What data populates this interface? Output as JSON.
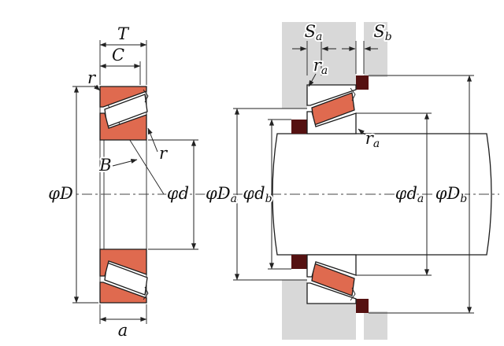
{
  "colors": {
    "bearing_fill": "#df6a4f",
    "interference_fill": "#551111",
    "housing_fill": "#d8d8d8",
    "line": "#1c1c1c"
  },
  "labels": {
    "t": "T",
    "c": "C",
    "r_top": "r",
    "b": "B",
    "r_inner": "r",
    "a": "a",
    "phi_D": {
      "sym": "φ",
      "letter": "D"
    },
    "phi_d": {
      "sym": "φ",
      "letter": "d"
    },
    "s_a": {
      "letter": "S",
      "sub": "a"
    },
    "s_b": {
      "letter": "S",
      "sub": "b"
    },
    "r_a_top": {
      "letter": "r",
      "sub": "a"
    },
    "r_a_inner": {
      "letter": "r",
      "sub": "a"
    },
    "phi_D_a": {
      "sym": "φ",
      "letter": "D",
      "sub": "a"
    },
    "phi_d_b": {
      "sym": "φ",
      "letter": "d",
      "sub": "b"
    },
    "phi_d_a": {
      "sym": "φ",
      "letter": "d",
      "sub": "a"
    },
    "phi_D_b": {
      "sym": "φ",
      "letter": "D",
      "sub": "b"
    }
  }
}
